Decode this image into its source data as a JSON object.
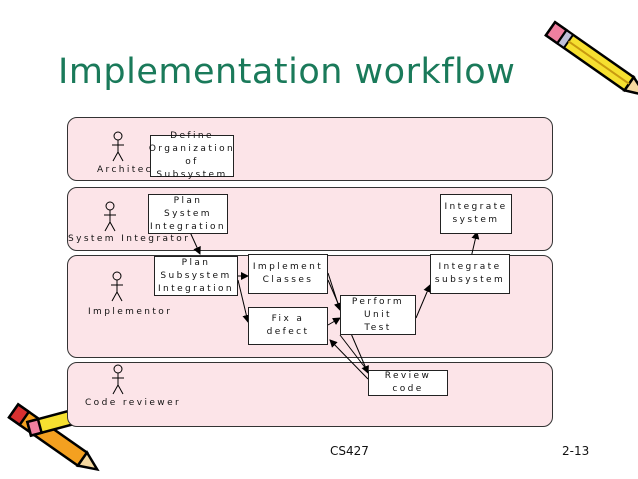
{
  "slide": {
    "title": "Implementation workflow",
    "course": "CS427",
    "page": "2-13"
  },
  "roles": {
    "architect": "Architect",
    "system_integrator": "System Integrator",
    "implementor": "Implementor",
    "code_reviewer": "Code reviewer"
  },
  "activities": {
    "define_org": "Define\nOrganization\nof Subsystem",
    "plan_system": "Plan System\nIntegration",
    "integrate_system": "Integrate\nsystem",
    "plan_subsystem": "Plan\nSubsystem\nIntegration",
    "implement_classes": "Implement\nClasses",
    "integrate_subsystem": "Integrate\nsubsystem",
    "fix_defect": "Fix a defect",
    "unit_test": "Perform Unit\nTest",
    "review_code": "Review code"
  }
}
